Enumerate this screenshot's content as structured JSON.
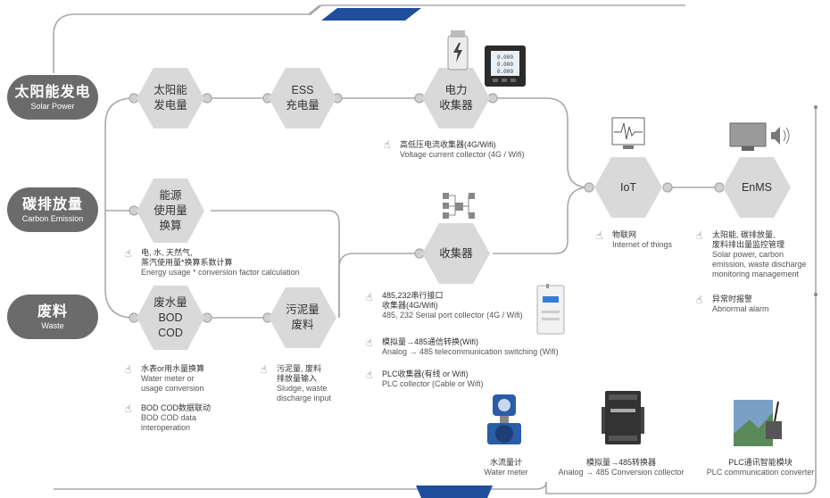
{
  "sources": [
    {
      "zh": "太阳能发电",
      "en": "Solar Power"
    },
    {
      "zh": "碳排放量",
      "en": "Carbon Emission"
    },
    {
      "zh": "废料",
      "en": "Waste"
    }
  ],
  "nodes": {
    "solar": [
      "太阳能",
      "发电量"
    ],
    "ess": [
      "ESS",
      "充电量"
    ],
    "power": [
      "电力",
      "收集器"
    ],
    "energy": [
      "能源",
      "使用量",
      "换算"
    ],
    "collector": [
      "收集器"
    ],
    "waste": [
      "废水量",
      "BOD",
      "COD"
    ],
    "sludge": [
      "污泥量",
      "废料"
    ],
    "iot": [
      "IoT"
    ],
    "enms": [
      "EnMS"
    ]
  },
  "notes": {
    "power_zh": "高低压电流收集器(4G/Wifi)",
    "power_en": "Voltage current collector (4G / Wifi)",
    "energy_zh1": "电, 水, 天然气,",
    "energy_zh2": "蒸汽使用量*换算系数计算",
    "energy_en": "Energy usage * conversion factor calculation",
    "serial_zh1": "485,232串行接口",
    "serial_zh2": "收集器(4G/Wifi)",
    "serial_en": "485, 232 Serial port collector (4G / Wifi)",
    "analog_zh": "模拟量→485通信转换(Wifi)",
    "analog_en": "Analog → 485 telecommunication switching (Wifi)",
    "plc_zh": "PLC收集器(有线 or Wifi)",
    "plc_en": "PLC collector (Cable or Wifi)",
    "water_zh": "水表or用水量换算",
    "water_en1": "Water meter or",
    "water_en2": "usage conversion",
    "bod_zh": "BOD COD数据联动",
    "bod_en1": "BOD COD data",
    "bod_en2": "interoperation",
    "sludge_zh1": "污泥量, 废料",
    "sludge_zh2": "排放量输入",
    "sludge_en1": "Sludge, waste",
    "sludge_en2": "discharge input",
    "iot_zh": "物联网",
    "iot_en": "Internet of things",
    "enms_zh1": "太阳能, 碳排放量,",
    "enms_zh2": "废料排出量监控管理",
    "enms_en1": "Solar power, carbon",
    "enms_en2": "emission, waste discharge",
    "enms_en3": "monitoring management",
    "alarm_zh": "异常时报警",
    "alarm_en": "Abnormal alarm"
  },
  "captions": {
    "meter_zh": "水流量计",
    "meter_en": "Water meter",
    "conv_zh": "模拟量→485转换器",
    "conv_en": "Analog → 485 Conversion collector",
    "plc_zh": "PLC通讯智能模块",
    "plc_en": "PLC communication converter"
  },
  "device_text": {
    "meter_readings": [
      "0.000",
      "0.000",
      "0.000"
    ]
  },
  "colors": {
    "accent_blue": "#1f4e9c",
    "pill_gray": "#6b6b6b",
    "hex_gray": "#d9d9d9",
    "line_gray": "#a8a8a8"
  }
}
